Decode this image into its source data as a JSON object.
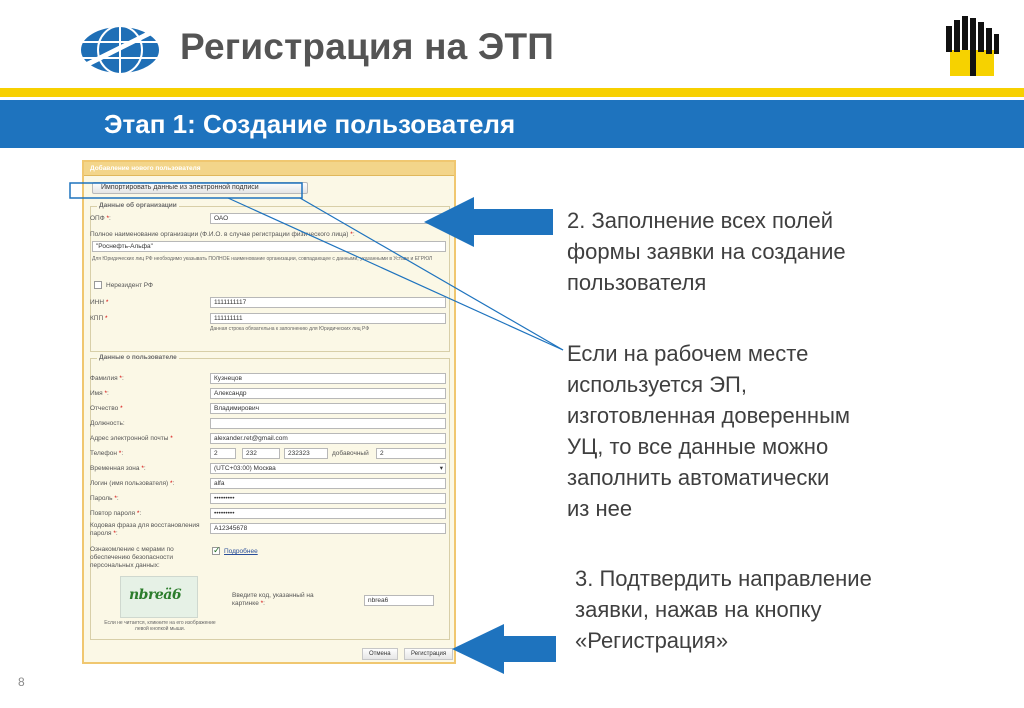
{
  "slide": {
    "title": "Регистрация на ЭТП",
    "banner": "Этап 1: Создание пользователя",
    "page_number": "8",
    "colors": {
      "banner": "#1e73be",
      "stripe": "#f7d000",
      "arrow": "#1e73be"
    }
  },
  "form": {
    "titlebar": "Добавление нового пользователя",
    "import_button": "Импортировать данные из электронной подписи",
    "org_section": {
      "legend": "Данные об организации",
      "opf_label": "ОПФ",
      "opf_value": "ОАО",
      "name_label": "Полное наименование организации (Ф.И.О. в случае регистрации физического лица)",
      "name_value": "\"Роснефть-Альфа\"",
      "name_note": "Для Юридических лиц РФ необходимо указывать ПОЛНОЕ наименование организации, совпадающее с данными, указанными в Уставе и ЕГРЮЛ",
      "nonresident_label": "Нерезидент РФ",
      "inn_label": "ИНН",
      "inn_value": "1111111117",
      "kpp_label": "КПП",
      "kpp_value": "111111111",
      "kpp_note": "Данная строка обязательна к заполнению для Юридических лиц РФ"
    },
    "user_section": {
      "legend": "Данные о пользователе",
      "lastname_label": "Фамилия",
      "lastname_value": "Кузнецов",
      "firstname_label": "Имя",
      "firstname_value": "Александр",
      "patronymic_label": "Отчество",
      "patronymic_value": "Владимирович",
      "position_label": "Должность",
      "position_value": "",
      "email_label": "Адрес электронной почты",
      "email_value": "alexander.ret@gmail.com",
      "phone_label": "Телефон",
      "phone_country": "2",
      "phone_code": "232",
      "phone_number": "232323",
      "ext_label": "добавочный",
      "ext_value": "2",
      "timezone_label": "Временная зона",
      "timezone_value": "(UTC+03:00) Москва",
      "login_label": "Логин (имя пользователя)",
      "login_value": "alfa",
      "password_label": "Пароль",
      "password_value": "•••••••••",
      "password_repeat_label": "Повтор пароля",
      "password_repeat_value": "•••••••••",
      "codeword_label": "Кодовая фраза для восстановления пароля",
      "codeword_value": "A12345678",
      "consent_label": "Ознакомление с мерами по обеспечению безопасности персональных данных:",
      "consent_link": "Подробнее",
      "captcha_text": "nbreä6",
      "captcha_note": "Если не читается, кликните на его изображение левой кнопкой мыши.",
      "captcha_label": "Введите код, указанный на картинке",
      "captcha_value": "nbrea6"
    },
    "cancel_button": "Отмена",
    "register_button": "Регистрация"
  },
  "annotations": {
    "step2": [
      "2. Заполнение всех полей",
      "формы заявки на создание",
      "пользователя"
    ],
    "eds": [
      "Если на рабочем месте",
      "используется ЭП,",
      "изготовленная доверенным",
      "УЦ, то все данные можно",
      "заполнить автоматически",
      "из нее"
    ],
    "step3": [
      "3. Подтвердить направление",
      "заявки, нажав на кнопку",
      "«Регистрация»"
    ]
  }
}
